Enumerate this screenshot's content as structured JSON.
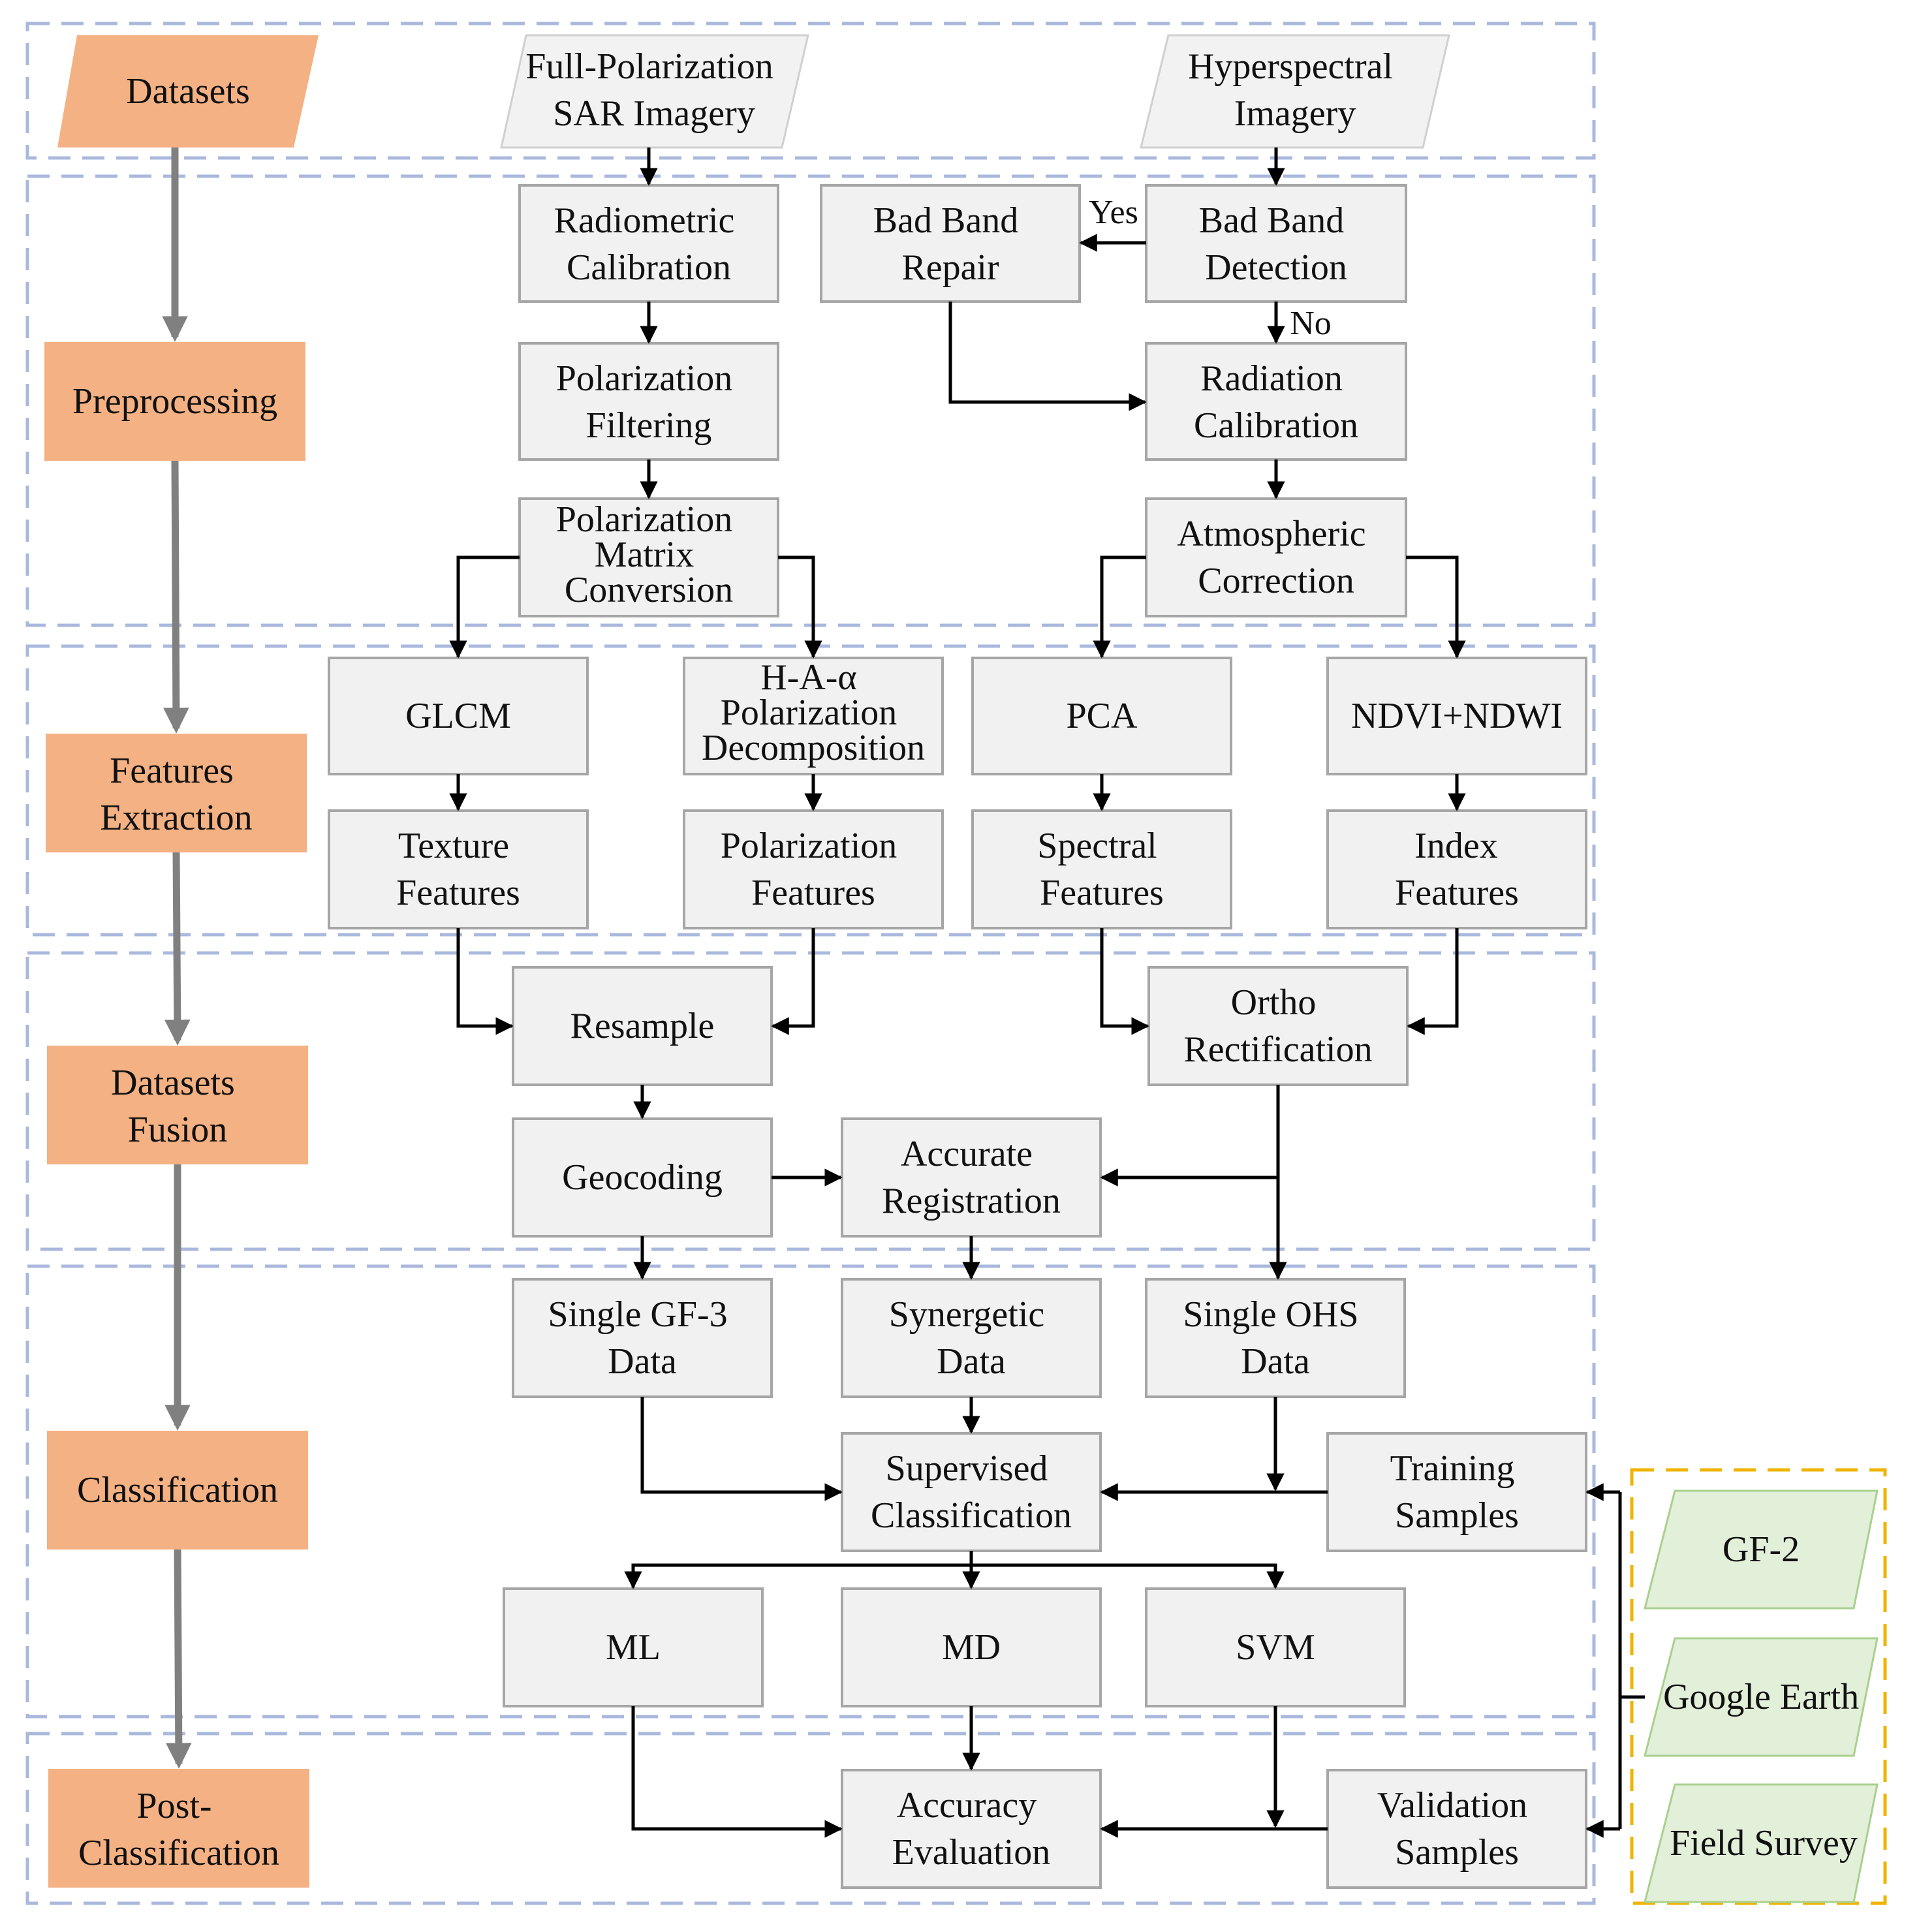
{
  "stages": {
    "datasets": "Datasets",
    "preprocessing": "Preprocessing",
    "features_extraction": [
      "Features",
      "Extraction"
    ],
    "datasets_fusion": [
      "Datasets",
      "Fusion"
    ],
    "classification": "Classification",
    "post_classification": [
      "Post-",
      "Classification"
    ]
  },
  "inputs": {
    "sar": [
      "Full-Polarization",
      "SAR Imagery"
    ],
    "hyperspectral": [
      "Hyperspectral",
      "Imagery"
    ]
  },
  "sar_chain": {
    "radiometric_calibration": [
      "Radiometric",
      "Calibration"
    ],
    "polarization_filtering": [
      "Polarization",
      "Filtering"
    ],
    "polarization_matrix_conversion": [
      "Polarization",
      "Matrix",
      "Conversion"
    ]
  },
  "hyper_chain": {
    "bad_band_repair": [
      "Bad Band",
      "Repair"
    ],
    "bad_band_detection": [
      "Bad Band",
      "Detection"
    ],
    "yes_label": "Yes",
    "no_label": "No",
    "radiation_calibration": [
      "Radiation",
      "Calibration"
    ],
    "atmospheric_correction": [
      "Atmospheric",
      "Correction"
    ]
  },
  "features": {
    "glcm": "GLCM",
    "h_a_alpha": [
      "H-A-α",
      "Polarization",
      "Decomposition"
    ],
    "pca": "PCA",
    "ndvi_ndwi": "NDVI+NDWI",
    "texture_features": [
      "Texture",
      "Features"
    ],
    "polarization_features": [
      "Polarization",
      "Features"
    ],
    "spectral_features": [
      "Spectral",
      "Features"
    ],
    "index_features": [
      "Index",
      "Features"
    ]
  },
  "fusion": {
    "resample": "Resample",
    "ortho_rectification": [
      "Ortho",
      "Rectification"
    ],
    "geocoding": "Geocoding",
    "accurate_registration": [
      "Accurate",
      "Registration"
    ]
  },
  "classification": {
    "single_gf3": [
      "Single GF-3",
      "Data"
    ],
    "synergetic": [
      "Synergetic",
      "Data"
    ],
    "single_ohs": [
      "Single OHS",
      "Data"
    ],
    "supervised": [
      "Supervised",
      "Classification"
    ],
    "training_samples": [
      "Training",
      "Samples"
    ],
    "ml": "ML",
    "md": "MD",
    "svm": "SVM"
  },
  "post": {
    "accuracy_evaluation": [
      "Accuracy",
      "Evaluation"
    ],
    "validation_samples": [
      "Validation",
      "Samples"
    ]
  },
  "sources": {
    "gf2": "GF-2",
    "google_earth": "Google Earth",
    "field_survey": "Field Survey"
  },
  "colors": {
    "stage_fill": "#f4b183",
    "process_fill": "#f1f1f1",
    "source_fill": "#e2efd9",
    "section_border": "#aab8dd",
    "source_border": "#f0b400"
  }
}
